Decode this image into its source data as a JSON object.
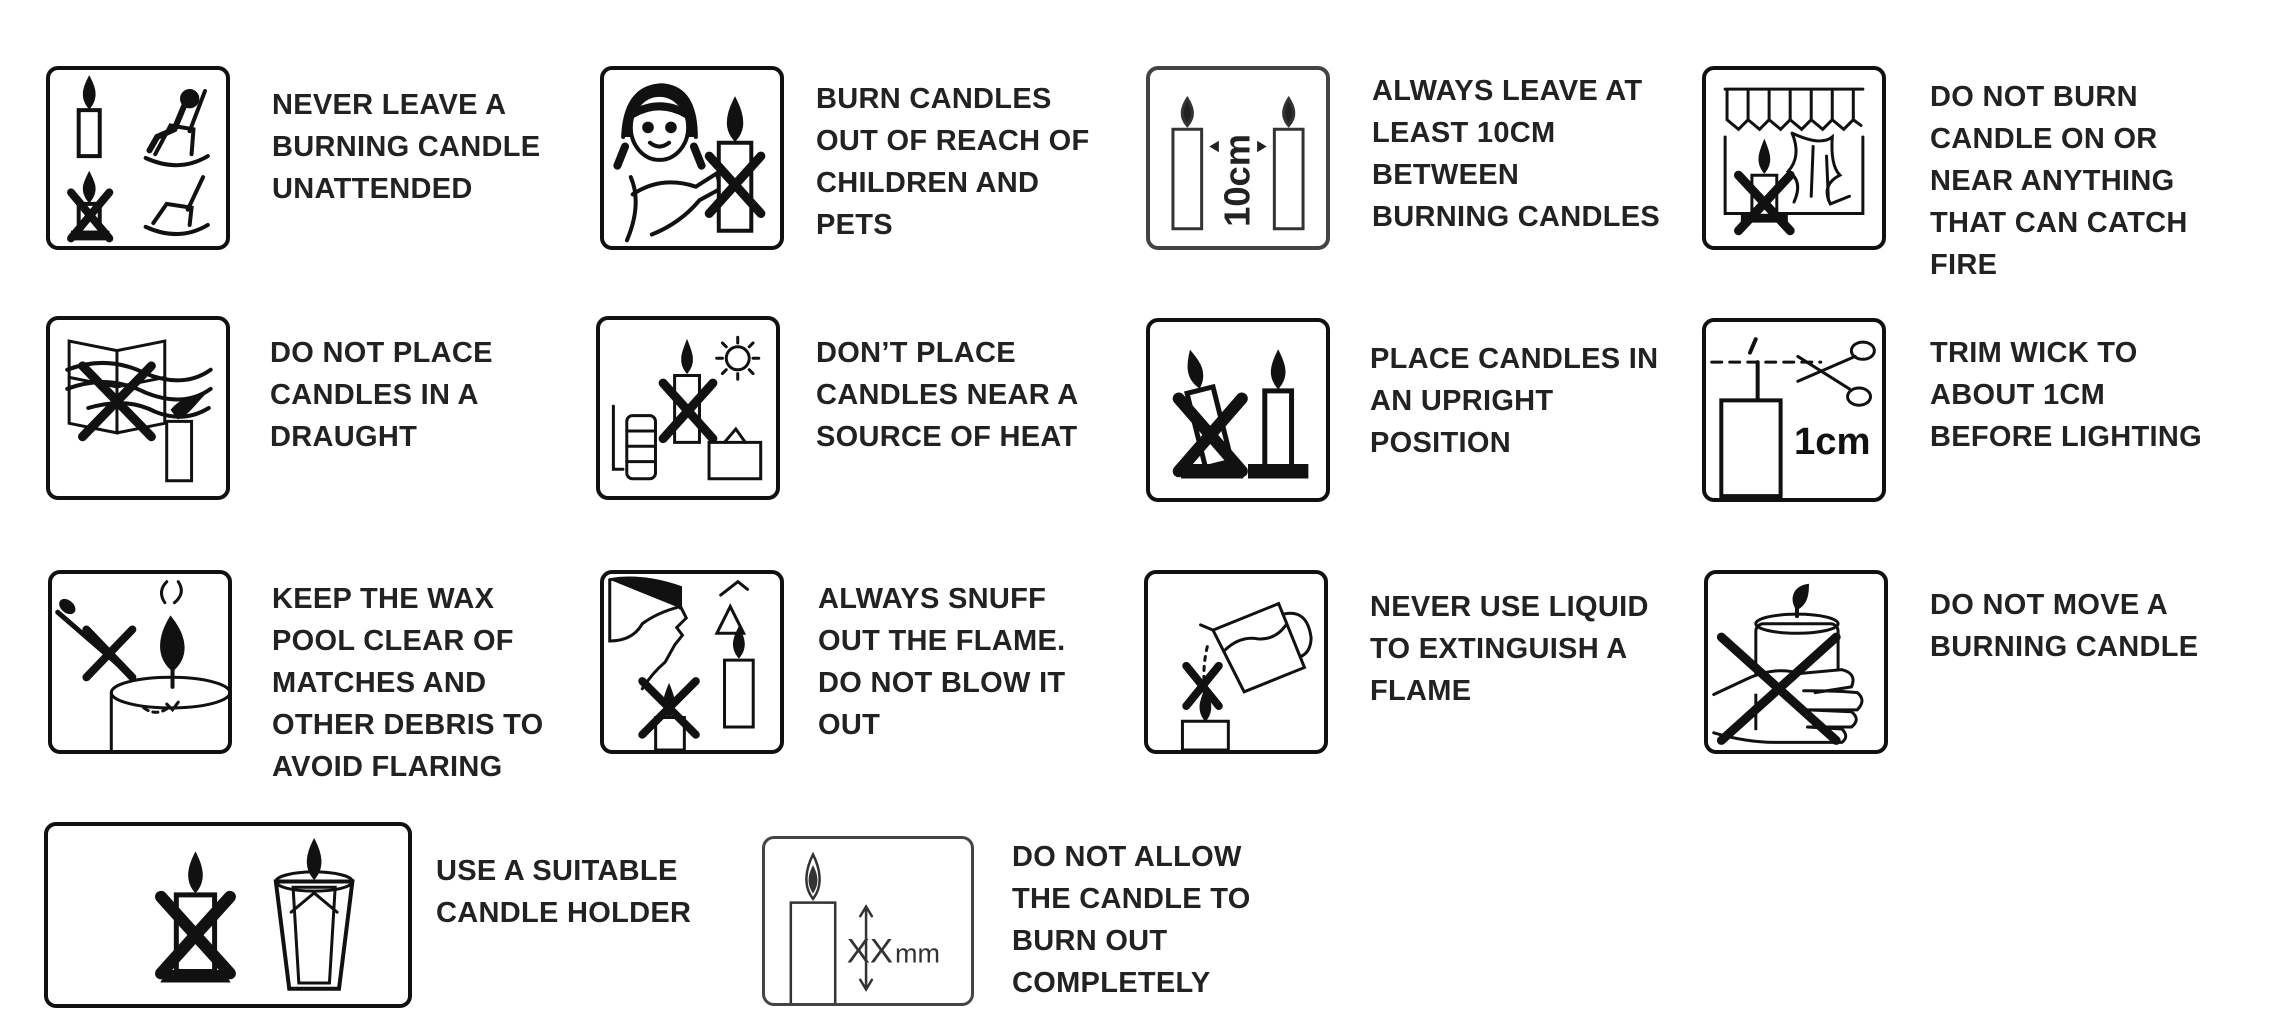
{
  "colors": {
    "ink": "#111111",
    "background": "#ffffff",
    "text": "#222222"
  },
  "warnings": [
    {
      "icon": "unattended-candle-icon",
      "lines": [
        "NEVER LEAVE A",
        "BURNING CANDLE",
        "UNATTENDED"
      ]
    },
    {
      "icon": "children-pets-icon",
      "lines": [
        "BURN CANDLES",
        "OUT OF REACH OF",
        "CHILDREN AND",
        "PETS"
      ]
    },
    {
      "icon": "spacing-icon",
      "glyph": "10cm",
      "lines": [
        "ALWAYS LEAVE AT",
        "LEAST 10CM",
        "BETWEEN",
        "BURNING CANDLES"
      ]
    },
    {
      "icon": "curtain-fire-icon",
      "lines": [
        "DO NOT BURN",
        "CANDLE ON OR",
        "NEAR ANYTHING",
        "THAT CAN CATCH",
        "FIRE"
      ]
    },
    {
      "icon": "draught-icon",
      "lines": [
        "DO NOT PLACE",
        "CANDLES IN A",
        "DRAUGHT"
      ]
    },
    {
      "icon": "heat-source-icon",
      "lines": [
        "DON’T PLACE",
        "CANDLES NEAR A",
        "SOURCE OF HEAT"
      ]
    },
    {
      "icon": "upright-icon",
      "lines": [
        "PLACE CANDLES IN",
        "AN UPRIGHT",
        "POSITION"
      ]
    },
    {
      "icon": "trim-wick-icon",
      "glyph": "1cm",
      "lines": [
        "TRIM WICK TO",
        "ABOUT 1CM",
        "BEFORE LIGHTING"
      ]
    },
    {
      "icon": "wax-pool-icon",
      "lines": [
        "KEEP THE WAX",
        "POOL CLEAR OF",
        "MATCHES AND",
        "OTHER DEBRIS TO",
        "AVOID FLARING"
      ]
    },
    {
      "icon": "snuff-flame-icon",
      "lines": [
        "ALWAYS SNUFF",
        "OUT THE FLAME.",
        "DO NOT BLOW IT",
        "OUT"
      ]
    },
    {
      "icon": "no-liquid-icon",
      "lines": [
        "NEVER USE LIQUID",
        "TO EXTINGUISH A",
        "FLAME"
      ]
    },
    {
      "icon": "no-move-icon",
      "lines": [
        "DO NOT MOVE A",
        "BURNING CANDLE"
      ]
    },
    {
      "icon": "candle-holder-icon",
      "lines": [
        "USE A SUITABLE",
        "CANDLE HOLDER"
      ]
    },
    {
      "icon": "burn-out-icon",
      "glyph_main": "XX",
      "glyph_unit": "mm",
      "lines": [
        "DO NOT ALLOW",
        "THE CANDLE TO",
        "BURN OUT",
        "COMPLETELY"
      ]
    }
  ]
}
